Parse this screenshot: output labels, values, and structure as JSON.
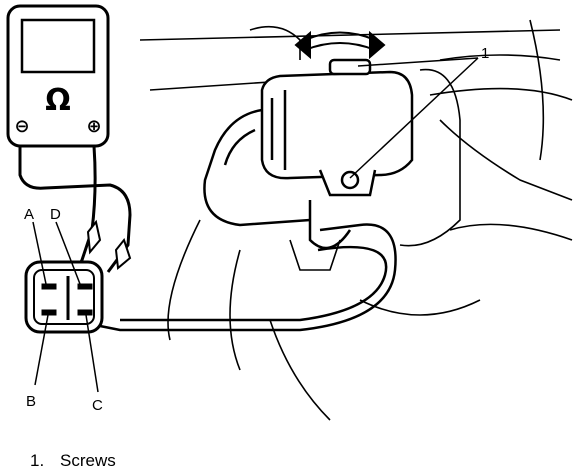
{
  "meter": {
    "symbol": "Ω",
    "negative_symbol": "⊖",
    "positive_symbol": "⊕"
  },
  "terminals": [
    "A",
    "D",
    "B",
    "C"
  ],
  "callout": "1",
  "caption": {
    "number": "1.",
    "text": "Screws"
  }
}
